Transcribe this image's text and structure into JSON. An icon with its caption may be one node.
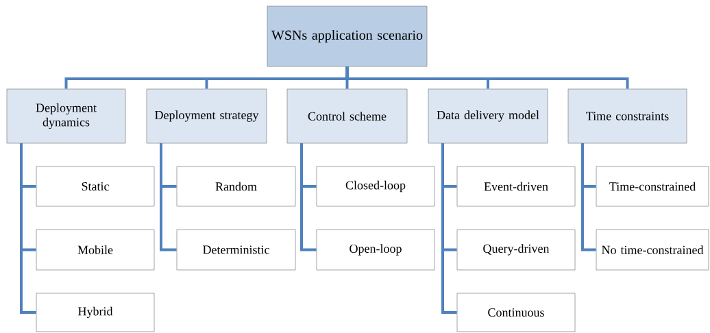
{
  "diagram": {
    "nodes": [
      {
        "text": [
          "WSNs application scenario"
        ]
      },
      {
        "text": [
          "Deployment dynamics"
        ]
      },
      {
        "text": [
          "Deployment strategy"
        ]
      },
      {
        "text": [
          "Control scheme"
        ]
      },
      {
        "text": [
          "Data delivery model"
        ]
      },
      {
        "text": [
          "Time constraints"
        ]
      },
      {
        "text": [
          "Static"
        ]
      },
      {
        "text": [
          "Mobile"
        ]
      },
      {
        "text": [
          "Hybrid"
        ]
      },
      {
        "text": [
          "Random"
        ]
      },
      {
        "text": [
          "Deterministic"
        ]
      },
      {
        "text": [
          "Closed-loop"
        ]
      },
      {
        "text": [
          "Open-loop"
        ]
      },
      {
        "text": [
          "Event-driven"
        ]
      },
      {
        "text": [
          "Query-driven"
        ]
      },
      {
        "text": [
          "Continuous"
        ]
      },
      {
        "text": [
          "Time-constrained"
        ]
      },
      {
        "text": [
          "No time-constrained"
        ]
      }
    ],
    "edges": [
      {
        "from": 0,
        "to": 1,
        "arrow": "none"
      },
      {
        "from": 0,
        "to": 2,
        "arrow": "none"
      },
      {
        "from": 0,
        "to": 3,
        "arrow": "none"
      },
      {
        "from": 0,
        "to": 4,
        "arrow": "none"
      },
      {
        "from": 0,
        "to": 5,
        "arrow": "none"
      },
      {
        "from": 1,
        "to": 6,
        "arrow": "none"
      },
      {
        "from": 1,
        "to": 7,
        "arrow": "none"
      },
      {
        "from": 1,
        "to": 8,
        "arrow": "none"
      },
      {
        "from": 2,
        "to": 9,
        "arrow": "none"
      },
      {
        "from": 2,
        "to": 10,
        "arrow": "none"
      },
      {
        "from": 3,
        "to": 11,
        "arrow": "none"
      },
      {
        "from": 3,
        "to": 12,
        "arrow": "none"
      },
      {
        "from": 4,
        "to": 13,
        "arrow": "none"
      },
      {
        "from": 4,
        "to": 14,
        "arrow": "none"
      },
      {
        "from": 4,
        "to": 15,
        "arrow": "none"
      },
      {
        "from": 5,
        "to": 16,
        "arrow": "none"
      },
      {
        "from": 5,
        "to": 17,
        "arrow": "none"
      }
    ]
  }
}
